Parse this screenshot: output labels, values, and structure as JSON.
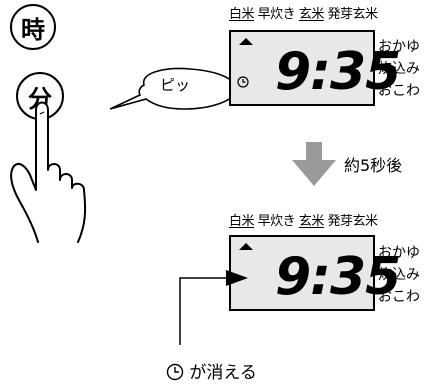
{
  "buttons": {
    "hour_label": "時",
    "minute_label": "分"
  },
  "speech_bubble": {
    "text": "ピッ"
  },
  "display_before": {
    "top_labels": [
      "白米",
      "早炊き",
      "玄米",
      "発芽玄米"
    ],
    "side_labels": [
      "おかゆ",
      "炊込み",
      "おこわ"
    ],
    "time": "9:35"
  },
  "transition": {
    "label": "約5秒後"
  },
  "display_after": {
    "top_labels": [
      "白米",
      "早炊き",
      "玄米",
      "発芽玄米"
    ],
    "side_labels": [
      "おかゆ",
      "炊込み",
      "おこわ"
    ],
    "time": "9:35"
  },
  "caption": {
    "suffix": "が消える",
    "icon": "clock-icon"
  }
}
